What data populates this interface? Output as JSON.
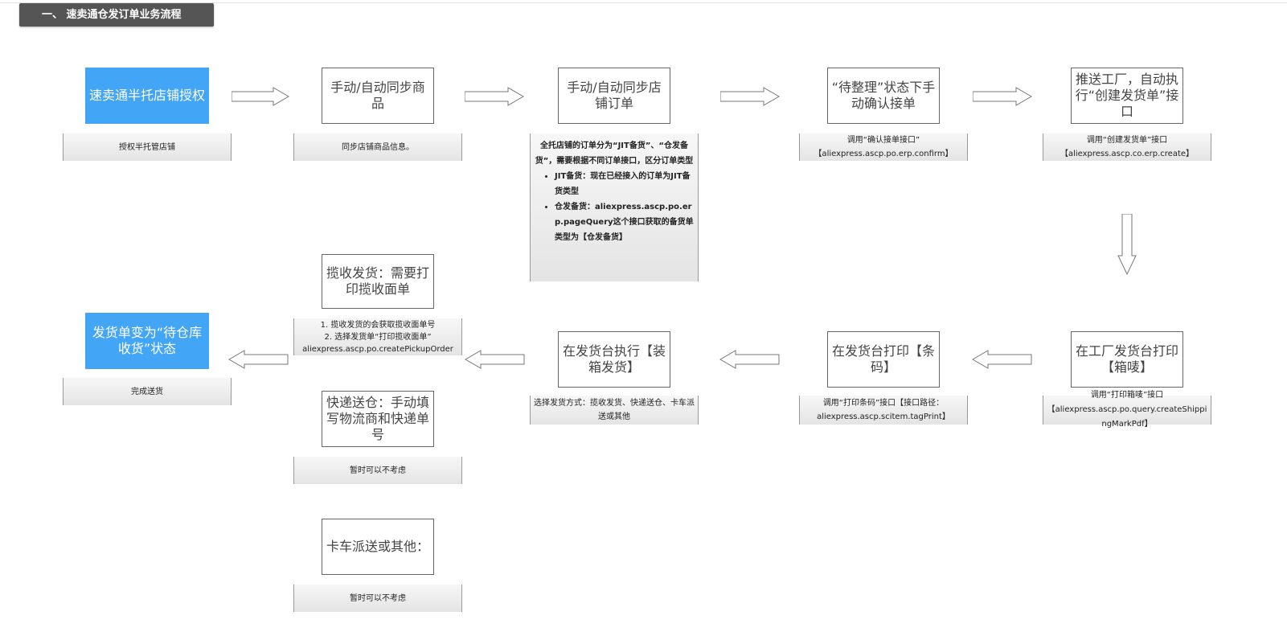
{
  "section_title": "一、 速卖通仓发订单业务流程",
  "nodes": {
    "auth_shop": "速卖通半托店铺授权",
    "sync_goods": "手动/自动同步商品",
    "sync_orders": "手动/自动同步店铺订单",
    "confirm_order": "“待整理”状态下手动确认接单",
    "push_factory": "推送工厂，自动执行“创建发货单”接口",
    "print_shipping_mark": "在工厂发货台打印【箱唛】",
    "print_barcode": "在发货台打印【条码】",
    "pack_ship": "在发货台执行【装箱发货】",
    "pickup_ship": "揽收发货：需要打印揽收面单",
    "express_warehouse": "快递送仓：手动填写物流商和快递单号",
    "truck_other": "卡车派送或其他：",
    "final_status": "发货单变为“待仓库收货”状态"
  },
  "notes": {
    "auth_shop": [
      "授权半托管店铺"
    ],
    "sync_goods": [
      "同步店铺商品信息。"
    ],
    "sync_orders": {
      "intro": "全托店铺的订单分为“JIT备货”、“仓发备货”，需要根据不同订单接口，区分订单类型",
      "items": [
        "JIT备货：现在已经接入的订单为JIT备货类型",
        "仓发备货：aliexpress.ascp.po.erp.pageQuery这个接口获取的备货单类型为【仓发备货】"
      ]
    },
    "confirm_order": [
      "调用“确认接单接口”",
      "【aliexpress.ascp.po.erp.confirm】"
    ],
    "push_factory": [
      "调用“创建发货单”接口",
      "【aliexpress.ascp.co.erp.create】"
    ],
    "print_shipping_mark": [
      "调用“打印箱唛”接口",
      "【aliexpress.ascp.po.query.createShippingMarkPdf】"
    ],
    "print_barcode": [
      "调用“打印条码”接口【接口路径：",
      "aliexpress.ascp.scitem.tagPrint】"
    ],
    "pack_ship": [
      "选择发货方式：揽收发货、快递送仓、卡车派送或其他"
    ],
    "pickup_ship": [
      "1. 揽收发货的会获取揽收面单号",
      "2. 选择发货单“打印揽收面单”",
      "aliexpress.ascp.po.createPickupOrder"
    ],
    "express_warehouse": [
      "暂时可以不考虑"
    ],
    "truck_other": [
      "暂时可以不考虑"
    ],
    "final_status": [
      "完成送货"
    ]
  }
}
